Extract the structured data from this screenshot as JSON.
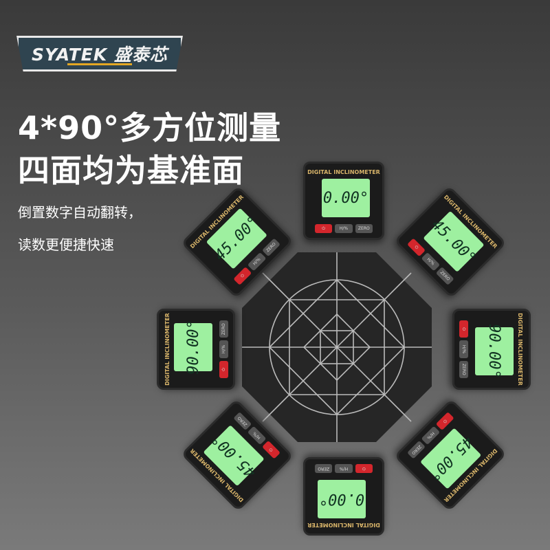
{
  "brand": {
    "name": "SYATEK 盛泰芯"
  },
  "headline": {
    "line1": "4*90°多方位测量",
    "line2": "四面均为基准面"
  },
  "subtext": {
    "line1": "倒置数字自动翻转，",
    "line2": "读数更便捷快速"
  },
  "device": {
    "title": "DIGITAL INCLINOMETER",
    "power_icon": "power-icon",
    "btn_mode": "H/%",
    "btn_zero": "ZERO",
    "screen_color": "#9ef0a0",
    "power_color": "#d3262c"
  },
  "devices": [
    {
      "reading": "0.00°"
    },
    {
      "reading": "45.00°"
    },
    {
      "reading": "90.00°"
    },
    {
      "reading": "45.00°"
    },
    {
      "reading": "0.00°"
    },
    {
      "reading": "45.00°"
    },
    {
      "reading": "90.00°"
    },
    {
      "reading": "45.00°"
    }
  ]
}
